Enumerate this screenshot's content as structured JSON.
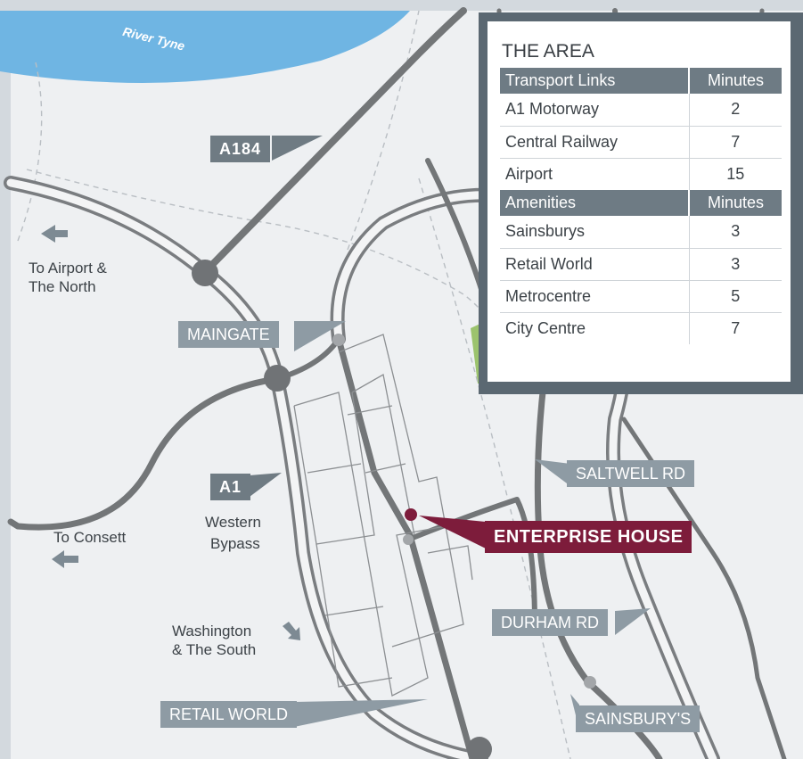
{
  "map": {
    "river_label": "River Tyne",
    "labels": {
      "a184": "A184",
      "a1": "A1",
      "maingate": "MAINGATE",
      "saltwell": "SALTWELL RD",
      "durham": "DURHAM RD",
      "retail_world": "RETAIL WORLD",
      "sainsburys": "SAINSBURY'S",
      "enterprise": "ENTERPRISE HOUSE"
    },
    "directions": {
      "airport_north_line1": "To Airport &",
      "airport_north_line2": "The North",
      "consett": "To Consett",
      "western_bypass_line1": "Western",
      "western_bypass_line2": "Bypass",
      "washington_line1": "Washington",
      "washington_line2": "& The South"
    },
    "colors": {
      "river": "#6fb5e3",
      "brand": "#7d1c3b",
      "park": "#9cc36d"
    }
  },
  "area": {
    "title": "THE AREA",
    "transport": {
      "header": "Transport Links",
      "minutes_header": "Minutes",
      "rows": [
        {
          "name": "A1 Motorway",
          "minutes": "2"
        },
        {
          "name": "Central Railway",
          "minutes": "7"
        },
        {
          "name": "Airport",
          "minutes": "15"
        }
      ]
    },
    "amenities": {
      "header": "Amenities",
      "minutes_header": "Minutes",
      "rows": [
        {
          "name": "Sainsburys",
          "minutes": "3"
        },
        {
          "name": "Retail World",
          "minutes": "3"
        },
        {
          "name": "Metrocentre",
          "minutes": "5"
        },
        {
          "name": "City Centre",
          "minutes": "7"
        }
      ]
    }
  }
}
